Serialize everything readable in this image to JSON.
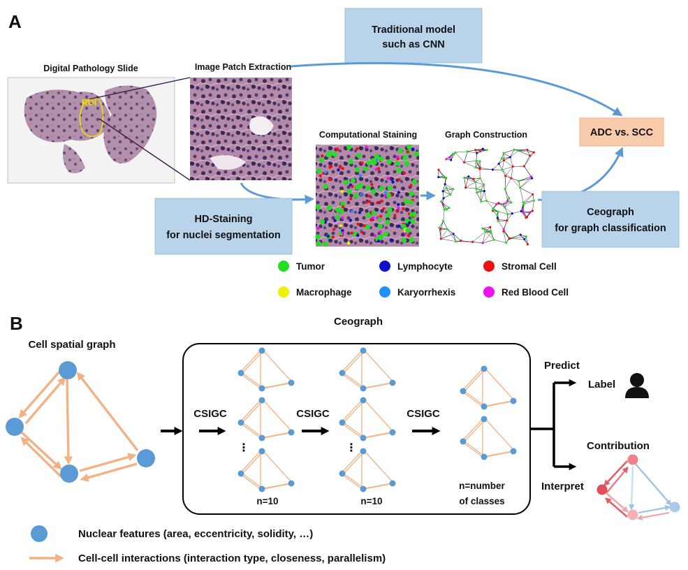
{
  "panel_a": {
    "label": "A",
    "slide_title": "Digital Pathology Slide",
    "roi_label": "ROI",
    "patch_title": "Image Patch Extraction",
    "staining_title": "Computational Staining",
    "graph_title": "Graph Construction",
    "traditional_box": [
      "Traditional model",
      "such as CNN"
    ],
    "hd_box": [
      "HD-Staining",
      "for nuclei segmentation"
    ],
    "ceograph_box": [
      "Ceograph",
      "for graph classification"
    ],
    "output_box": "ADC vs. SCC",
    "legend": [
      {
        "label": "Tumor",
        "color": "#22dd22"
      },
      {
        "label": "Lymphocyte",
        "color": "#1010cc"
      },
      {
        "label": "Stromal Cell",
        "color": "#ee1111"
      },
      {
        "label": "Macrophage",
        "color": "#f0f000"
      },
      {
        "label": "Karyorrhexis",
        "color": "#1e90ff"
      },
      {
        "label": "Red Blood Cell",
        "color": "#ee11ee"
      }
    ]
  },
  "panel_b": {
    "label": "B",
    "title": "Ceograph",
    "cell_graph_title": "Cell spatial graph",
    "layer_label": "CSIGC",
    "ellipsis": "⋮",
    "n1": "n=10",
    "n2": "n=10",
    "n3": [
      "n=number",
      "of classes"
    ],
    "predict": "Predict",
    "label_text": "Label",
    "interpret": "Interpret",
    "contribution": "Contribution",
    "legend_nodes": "Nuclear features (area, eccentricity, solidity, …)",
    "legend_edges": "Cell-cell interactions (interaction type, closeness, parallelism)"
  },
  "colors": {
    "box_blue": "#b8d3ea",
    "box_orange": "#f8cbad",
    "arrow_blue": "#5b9bd5",
    "node_blue": "#5b9bd5",
    "edge_orange": "#f4b183",
    "roi_yellow": "#f0e000"
  }
}
